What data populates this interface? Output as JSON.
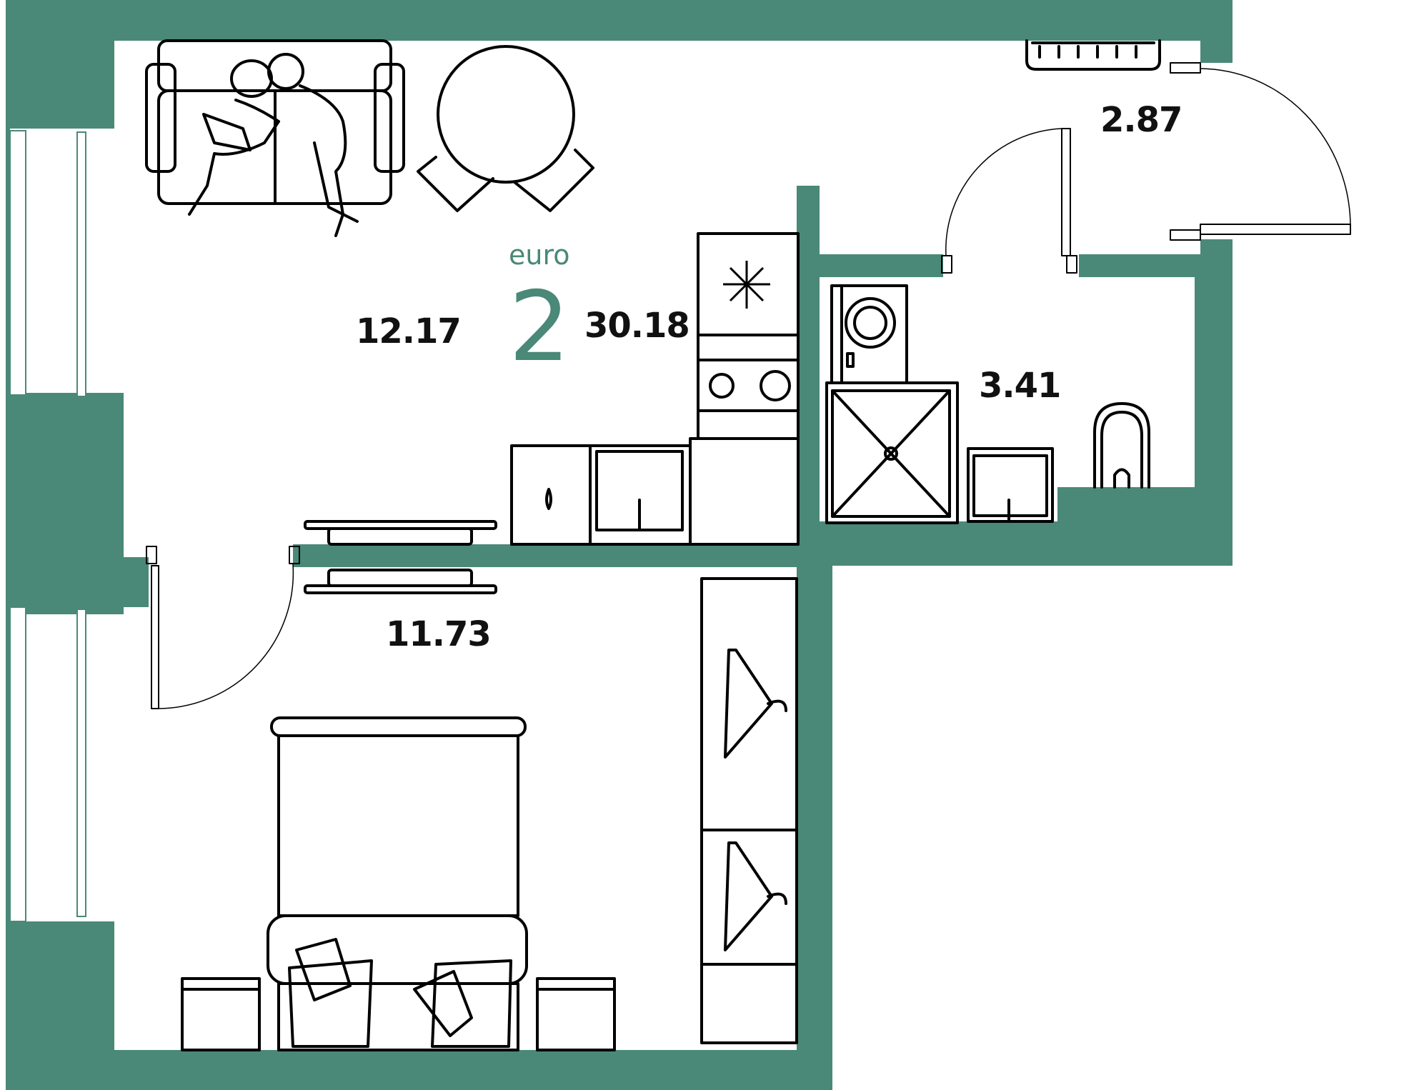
{
  "plan": {
    "apartment_type": "euro",
    "rooms_count": "2",
    "total_area": "30.18",
    "wall_color": "#4a8878",
    "rooms": [
      {
        "id": "living-kitchen",
        "area": "12.17"
      },
      {
        "id": "bedroom",
        "area": "11.73"
      },
      {
        "id": "bathroom",
        "area": "3.41"
      },
      {
        "id": "hallway",
        "area": "2.87"
      }
    ],
    "icons": [
      "snowflake-icon",
      "sofa-icon",
      "dining-table-icon",
      "people-icon",
      "stove-icon",
      "sink-icon",
      "tv-icon",
      "bed-icon",
      "wardrobe-icon",
      "hanger-icon",
      "washing-machine-icon",
      "shower-icon",
      "toilet-icon",
      "radiator-icon",
      "door-icon"
    ]
  }
}
